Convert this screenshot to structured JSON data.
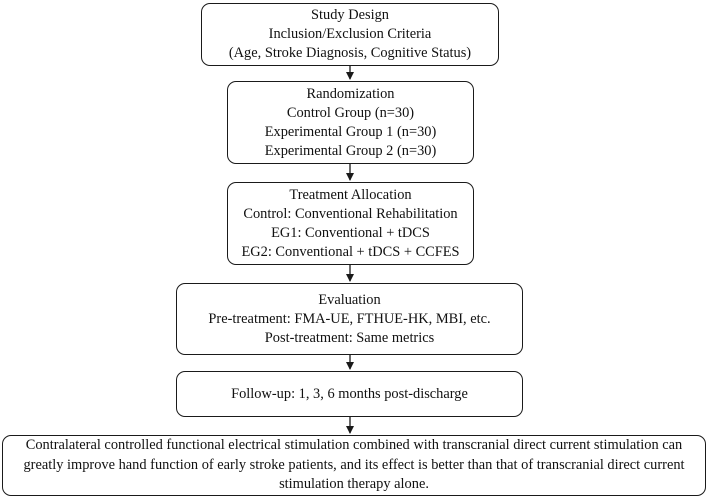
{
  "steps": [
    {
      "id": "study-design",
      "lines": [
        "Study Design",
        "Inclusion/Exclusion Criteria",
        "(Age, Stroke Diagnosis, Cognitive Status)"
      ]
    },
    {
      "id": "randomization",
      "lines": [
        "Randomization",
        "Control Group (n=30)",
        "Experimental Group 1 (n=30)",
        "Experimental Group 2 (n=30)"
      ]
    },
    {
      "id": "treatment-allocation",
      "lines": [
        "Treatment Allocation",
        "Control: Conventional Rehabilitation",
        "EG1: Conventional + tDCS",
        "EG2: Conventional + tDCS + CCFES"
      ]
    },
    {
      "id": "evaluation",
      "lines": [
        "Evaluation",
        "Pre-treatment: FMA-UE, FTHUE-HK, MBI, etc.",
        "Post-treatment: Same metrics"
      ]
    },
    {
      "id": "follow-up",
      "lines": [
        "Follow-up: 1, 3, 6 months post-discharge"
      ]
    },
    {
      "id": "conclusion",
      "lines": [
        "Contralateral controlled functional electrical stimulation combined with transcranial direct current stimulation can greatly improve hand function of early stroke patients, and its effect is better than that of transcranial direct current stimulation therapy alone."
      ]
    }
  ]
}
